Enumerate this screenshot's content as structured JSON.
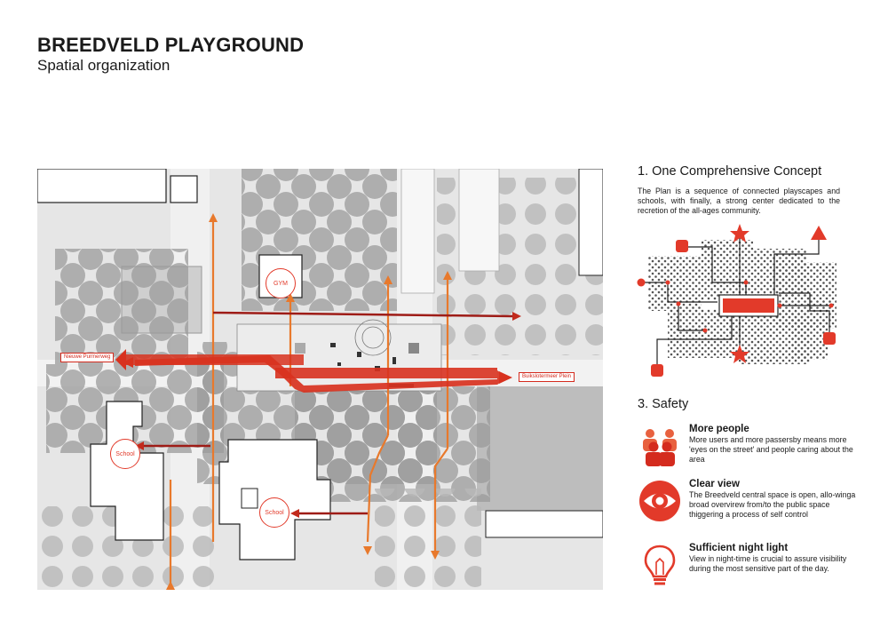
{
  "header": {
    "title": "BREEDVELD PLAYGROUND",
    "subtitle": "Spatial organization"
  },
  "map": {
    "labels": {
      "left_street": "Nieuwe Purmerweg",
      "right_street": "Buikslotermeer Plein",
      "gym": "GYM",
      "school_left": "School",
      "school_center": "School"
    }
  },
  "sections": {
    "concept": {
      "title": "1. One Comprehensive Concept",
      "text": "The Plan is a sequence of connected playscapes and schools, with finally, a strong center dedicated to the recretion of the all-ages community."
    },
    "safety": {
      "title": "3. Safety",
      "items": [
        {
          "title": "More people",
          "text": "More users and more passersby means more 'eyes on the street' and people caring about the area",
          "icon": "people-icon"
        },
        {
          "title": "Clear view",
          "text": "The Breedveld central space is open, allo-winga  broad overvirew from/to the public space thiggering a process of self control",
          "icon": "eye-icon"
        },
        {
          "title": "Sufficient night light",
          "text": "View in night-time is crucial to assure visibility during the most sensitive part of the day.",
          "icon": "lightbulb-icon"
        }
      ]
    }
  },
  "colors": {
    "accent_red": "#e23a2a",
    "path_orange": "#e8792c",
    "tree_grey": "#8c8c8c",
    "building_white": "#ffffff"
  }
}
